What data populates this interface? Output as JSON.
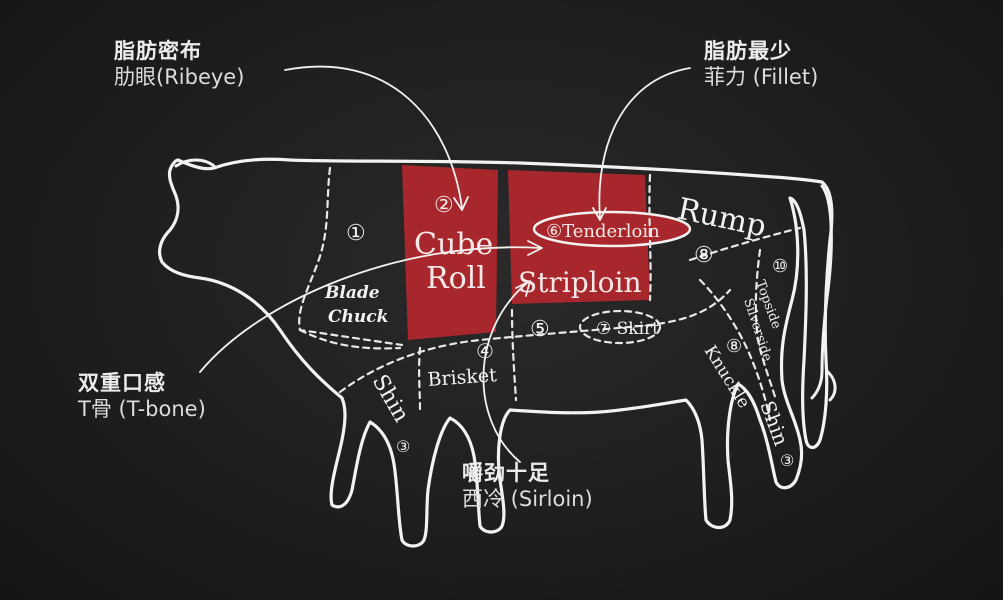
{
  "callouts": {
    "ribeye": {
      "head": "脂肪密布",
      "sub": "肋眼(Ribeye)"
    },
    "fillet": {
      "head": "脂肪最少",
      "sub": "菲力 (Fillet)"
    },
    "tbone": {
      "head": "双重口感",
      "sub": "T骨 (T-bone)"
    },
    "sirloin": {
      "head": "嚼劲十足",
      "sub": "西冷 (Sirloin)"
    }
  },
  "cuts": {
    "blade_chuck": {
      "num": "①",
      "line1": "Blade",
      "line2": "Chuck"
    },
    "cube_roll": {
      "num": "②",
      "line1": "Cube",
      "line2": "Roll"
    },
    "striploin": {
      "label": "Striploin"
    },
    "tenderloin": {
      "label": "⑥Tenderloin"
    },
    "skirt": {
      "label": "⑦ Skirt"
    },
    "rump": {
      "label": "Rump",
      "num": "⑧"
    },
    "brisket": {
      "label": "Brisket",
      "num": "④"
    },
    "flank_num": {
      "num": "⑤"
    },
    "shin_front": {
      "label": "Shin",
      "num": "③"
    },
    "shin_rear": {
      "label": "Shin",
      "num": "③"
    },
    "knuckle": {
      "label": "Knuckle",
      "num": "⑧"
    },
    "topside": {
      "label": "Topside",
      "num": "⑩"
    },
    "silverside": {
      "label": "Silverside"
    }
  },
  "colors": {
    "highlight": "#a8272c",
    "chalk": "#f2f2f2",
    "background": "#1c1c1c"
  }
}
